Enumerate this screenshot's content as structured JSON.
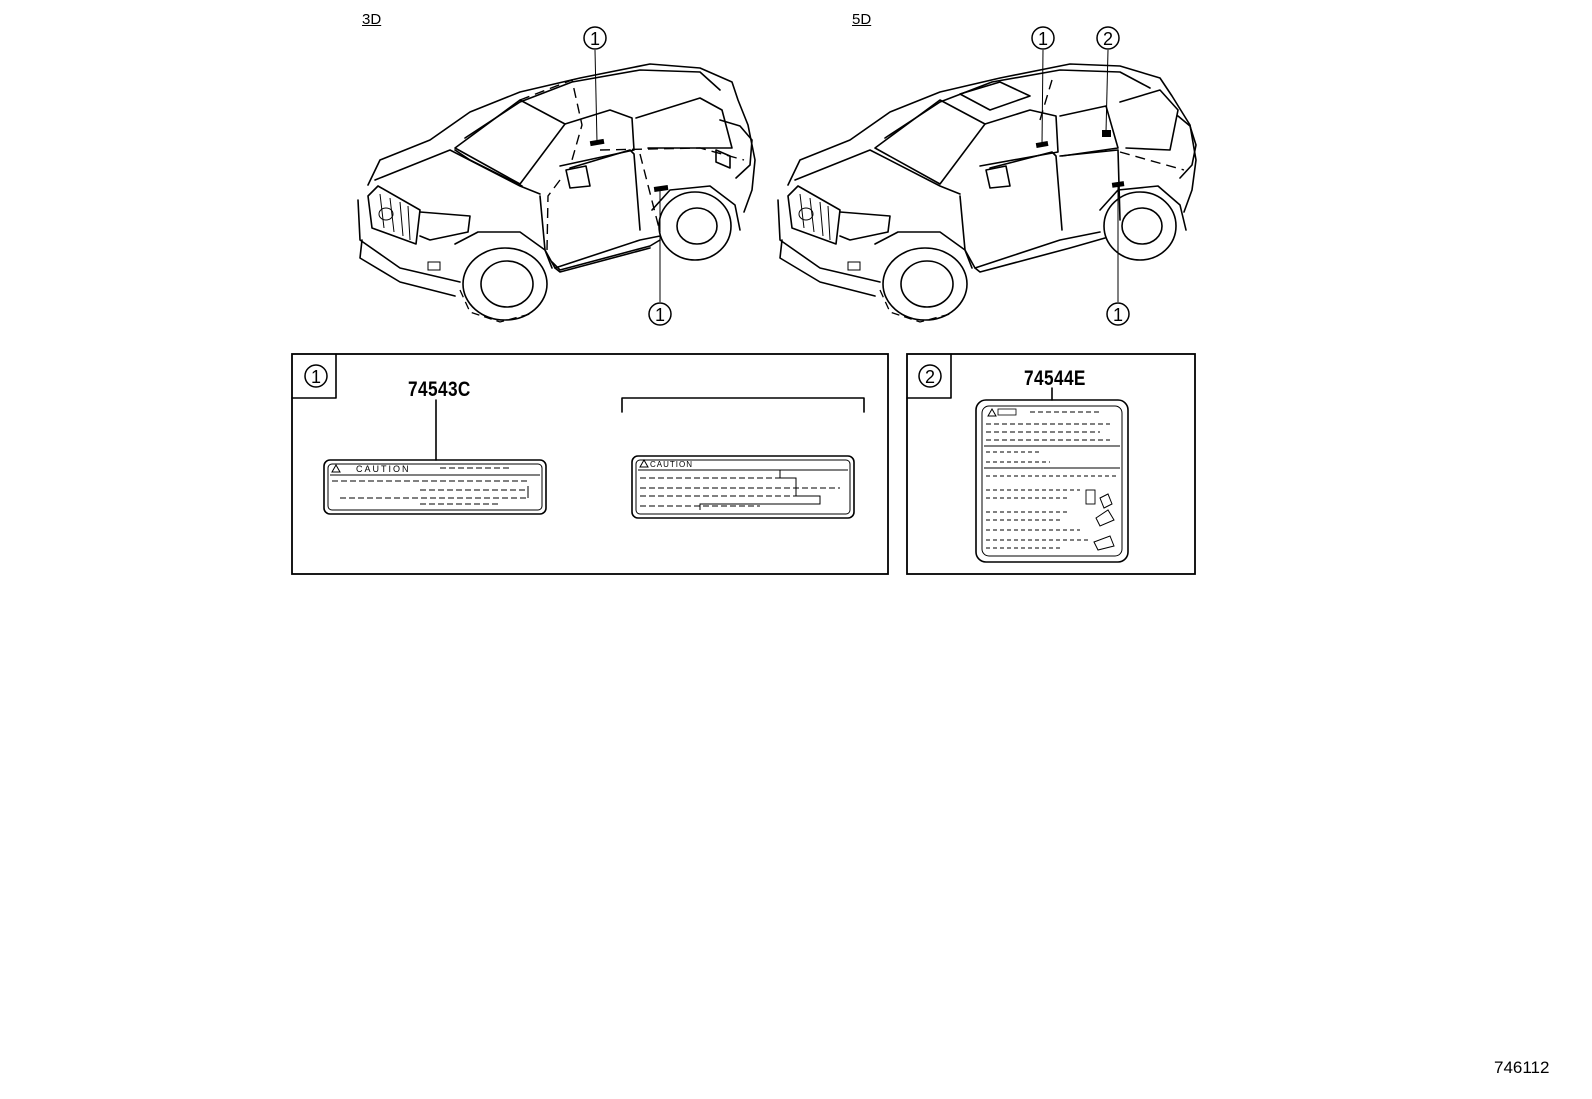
{
  "variants": {
    "left": "3D",
    "right": "5D"
  },
  "callouts": {
    "label_1": "1",
    "label_2": "2"
  },
  "panel1": {
    "index": "1",
    "part_number": "74543C",
    "label_a_heading": "CAUTION",
    "label_b_heading": "CAUTION"
  },
  "panel2": {
    "index": "2",
    "part_number": "74544E"
  },
  "reference_code": "746112"
}
